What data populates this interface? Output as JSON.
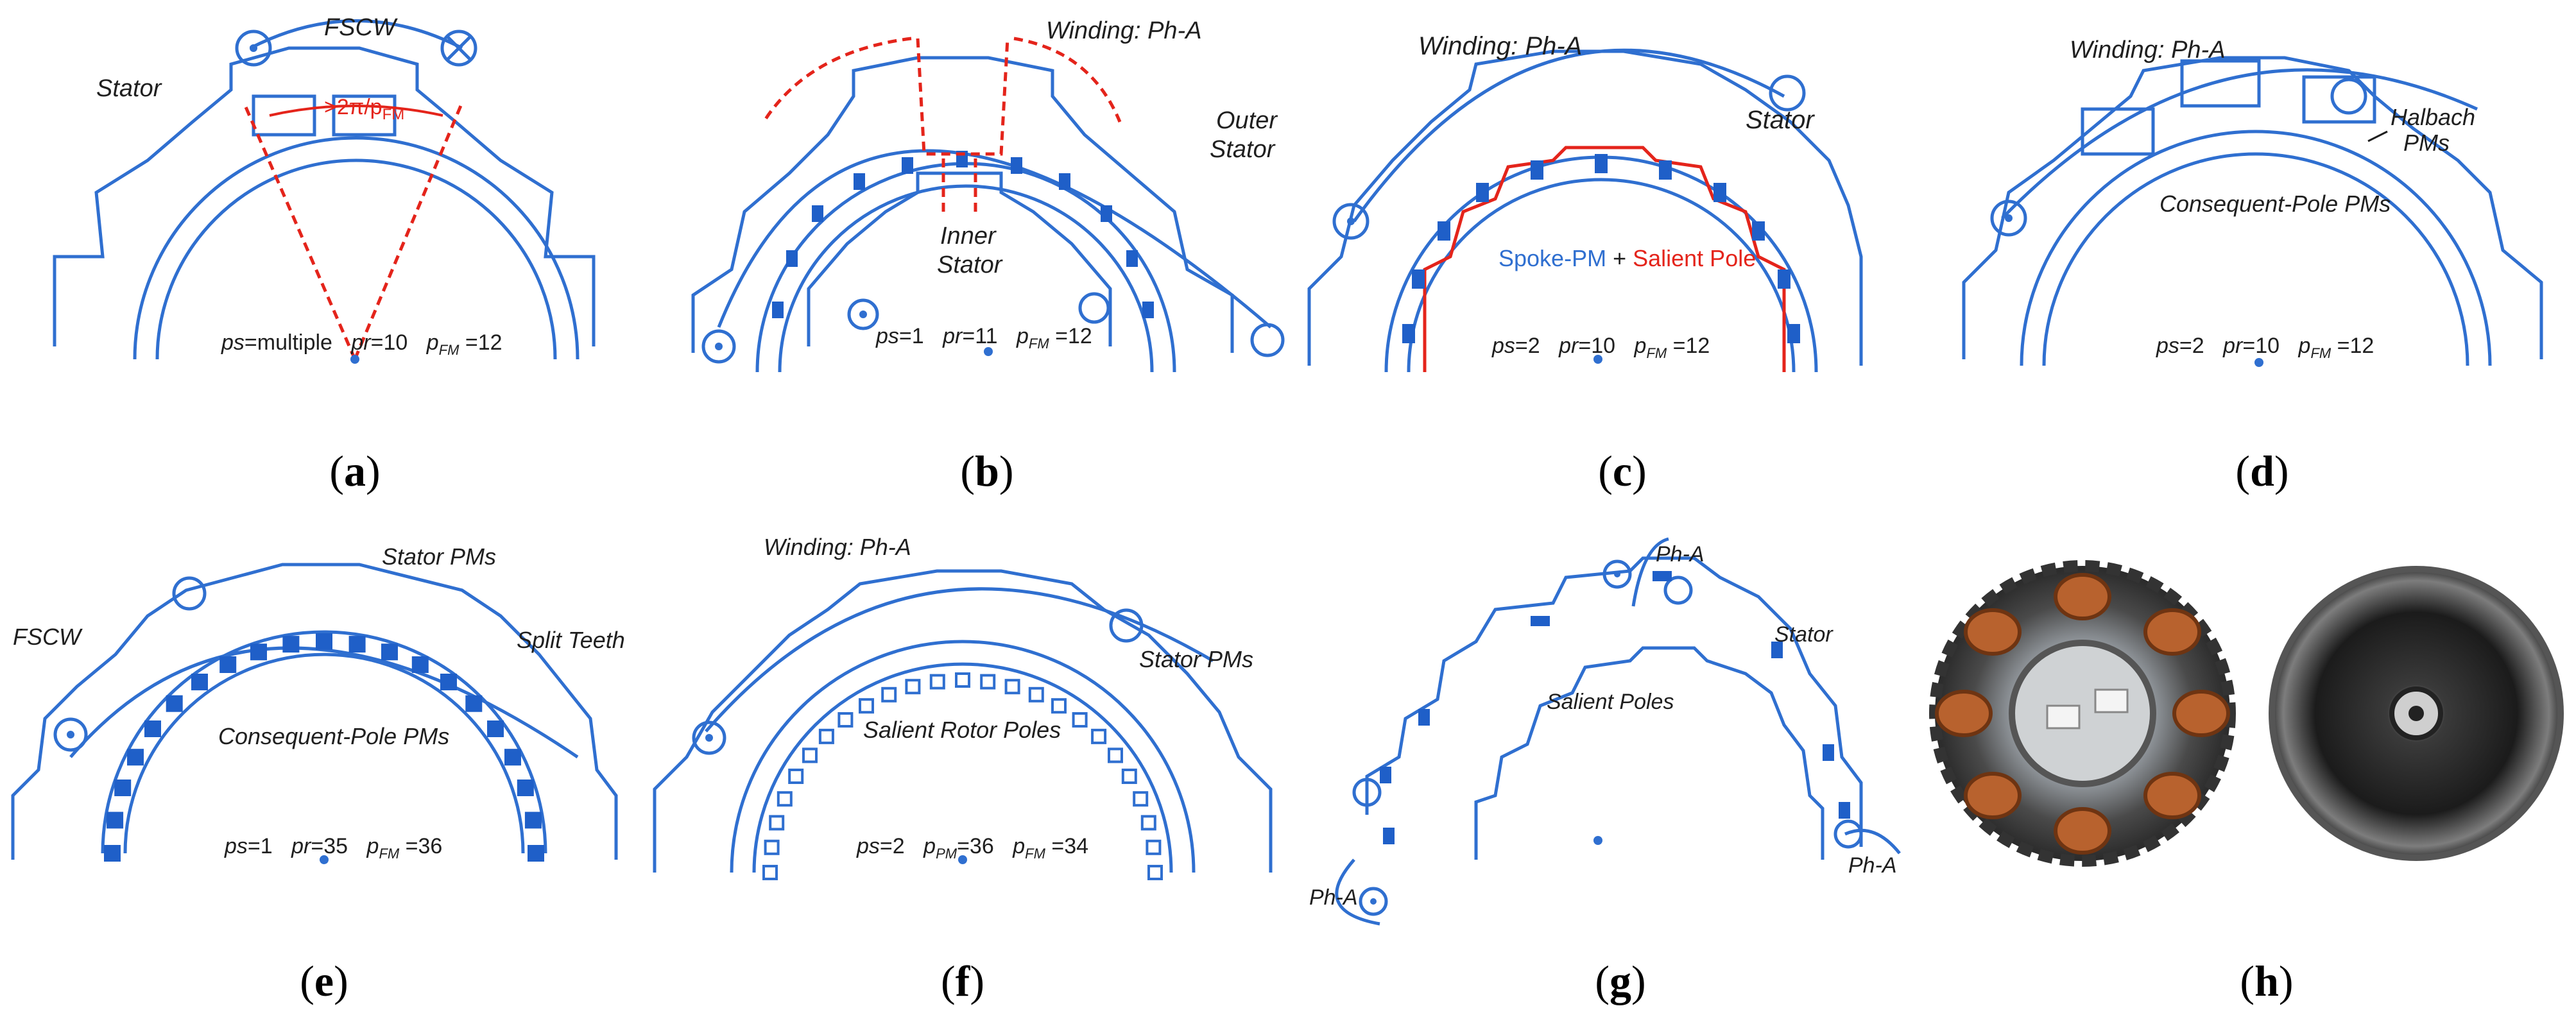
{
  "colors": {
    "stroke": "#2f6fd0",
    "pm": "#1f5fc8",
    "flux": "#e4241b",
    "text": "#1f1f1f"
  },
  "panels": [
    {
      "id": "a",
      "caption": "a",
      "labels": {
        "fscw": "FSCW",
        "stator": "Stator",
        "angle": ">2π/p",
        "angle_sub": "FM"
      },
      "params": {
        "ps": "ps",
        "ps_val": "=multiple",
        "pr": "pr",
        "pr_val": "=10",
        "pfm": "p",
        "pfm_sub": "FM",
        "pfm_val": " =12"
      }
    },
    {
      "id": "b",
      "caption": "b",
      "labels": {
        "winding": "Winding: Ph-A",
        "outer": "Outer",
        "outer2": "Stator",
        "inner": "Inner",
        "inner2": "Stator"
      },
      "params": {
        "ps": "ps",
        "ps_val": "=1",
        "pr": "pr",
        "pr_val": "=11",
        "pfm": "p",
        "pfm_sub": "FM",
        "pfm_val": " =12"
      }
    },
    {
      "id": "c",
      "caption": "c",
      "labels": {
        "winding": "Winding: Ph-A",
        "stator": "Stator",
        "spoke": "Spoke-PM",
        "plus": " + ",
        "salient": "Salient Pole"
      },
      "params": {
        "ps": "ps",
        "ps_val": "=2",
        "pr": "pr",
        "pr_val": "=10",
        "pfm": "p",
        "pfm_sub": "FM",
        "pfm_val": " =12"
      }
    },
    {
      "id": "d",
      "caption": "d",
      "labels": {
        "winding": "Winding: Ph-A",
        "halbach": "Halbach",
        "halbach2": "PMs",
        "cp": "Consequent-Pole PMs"
      },
      "params": {
        "ps": "ps",
        "ps_val": "=2",
        "pr": "pr",
        "pr_val": "=10",
        "pfm": "p",
        "pfm_sub": "FM",
        "pfm_val": " =12"
      }
    },
    {
      "id": "e",
      "caption": "e",
      "labels": {
        "fscw": "FSCW",
        "stator_pms": "Stator PMs",
        "split": "Split Teeth",
        "cp": "Consequent-Pole PMs"
      },
      "params": {
        "ps": "ps",
        "ps_val": "=1",
        "pr": "pr",
        "pr_val": "=35",
        "pfm": "p",
        "pfm_sub": "FM",
        "pfm_val": " =36"
      }
    },
    {
      "id": "f",
      "caption": "f",
      "labels": {
        "winding": "Winding: Ph-A",
        "stator_pms": "Stator PMs",
        "salient": "Salient Rotor Poles"
      },
      "params": {
        "ps": "ps",
        "ps_val": "=2",
        "ppm": "p",
        "ppm_sub": "PM",
        "ppm_val": "=36",
        "pfm": "p",
        "pfm_sub": "FM",
        "pfm_val": " =34"
      }
    },
    {
      "id": "g",
      "caption": "g",
      "labels": {
        "pha_top": "Ph-A",
        "stator": "Stator",
        "salient": "Salient Poles",
        "pha_left": "Ph-A",
        "pha_right": "Ph-A"
      }
    },
    {
      "id": "h",
      "caption": "h"
    }
  ]
}
